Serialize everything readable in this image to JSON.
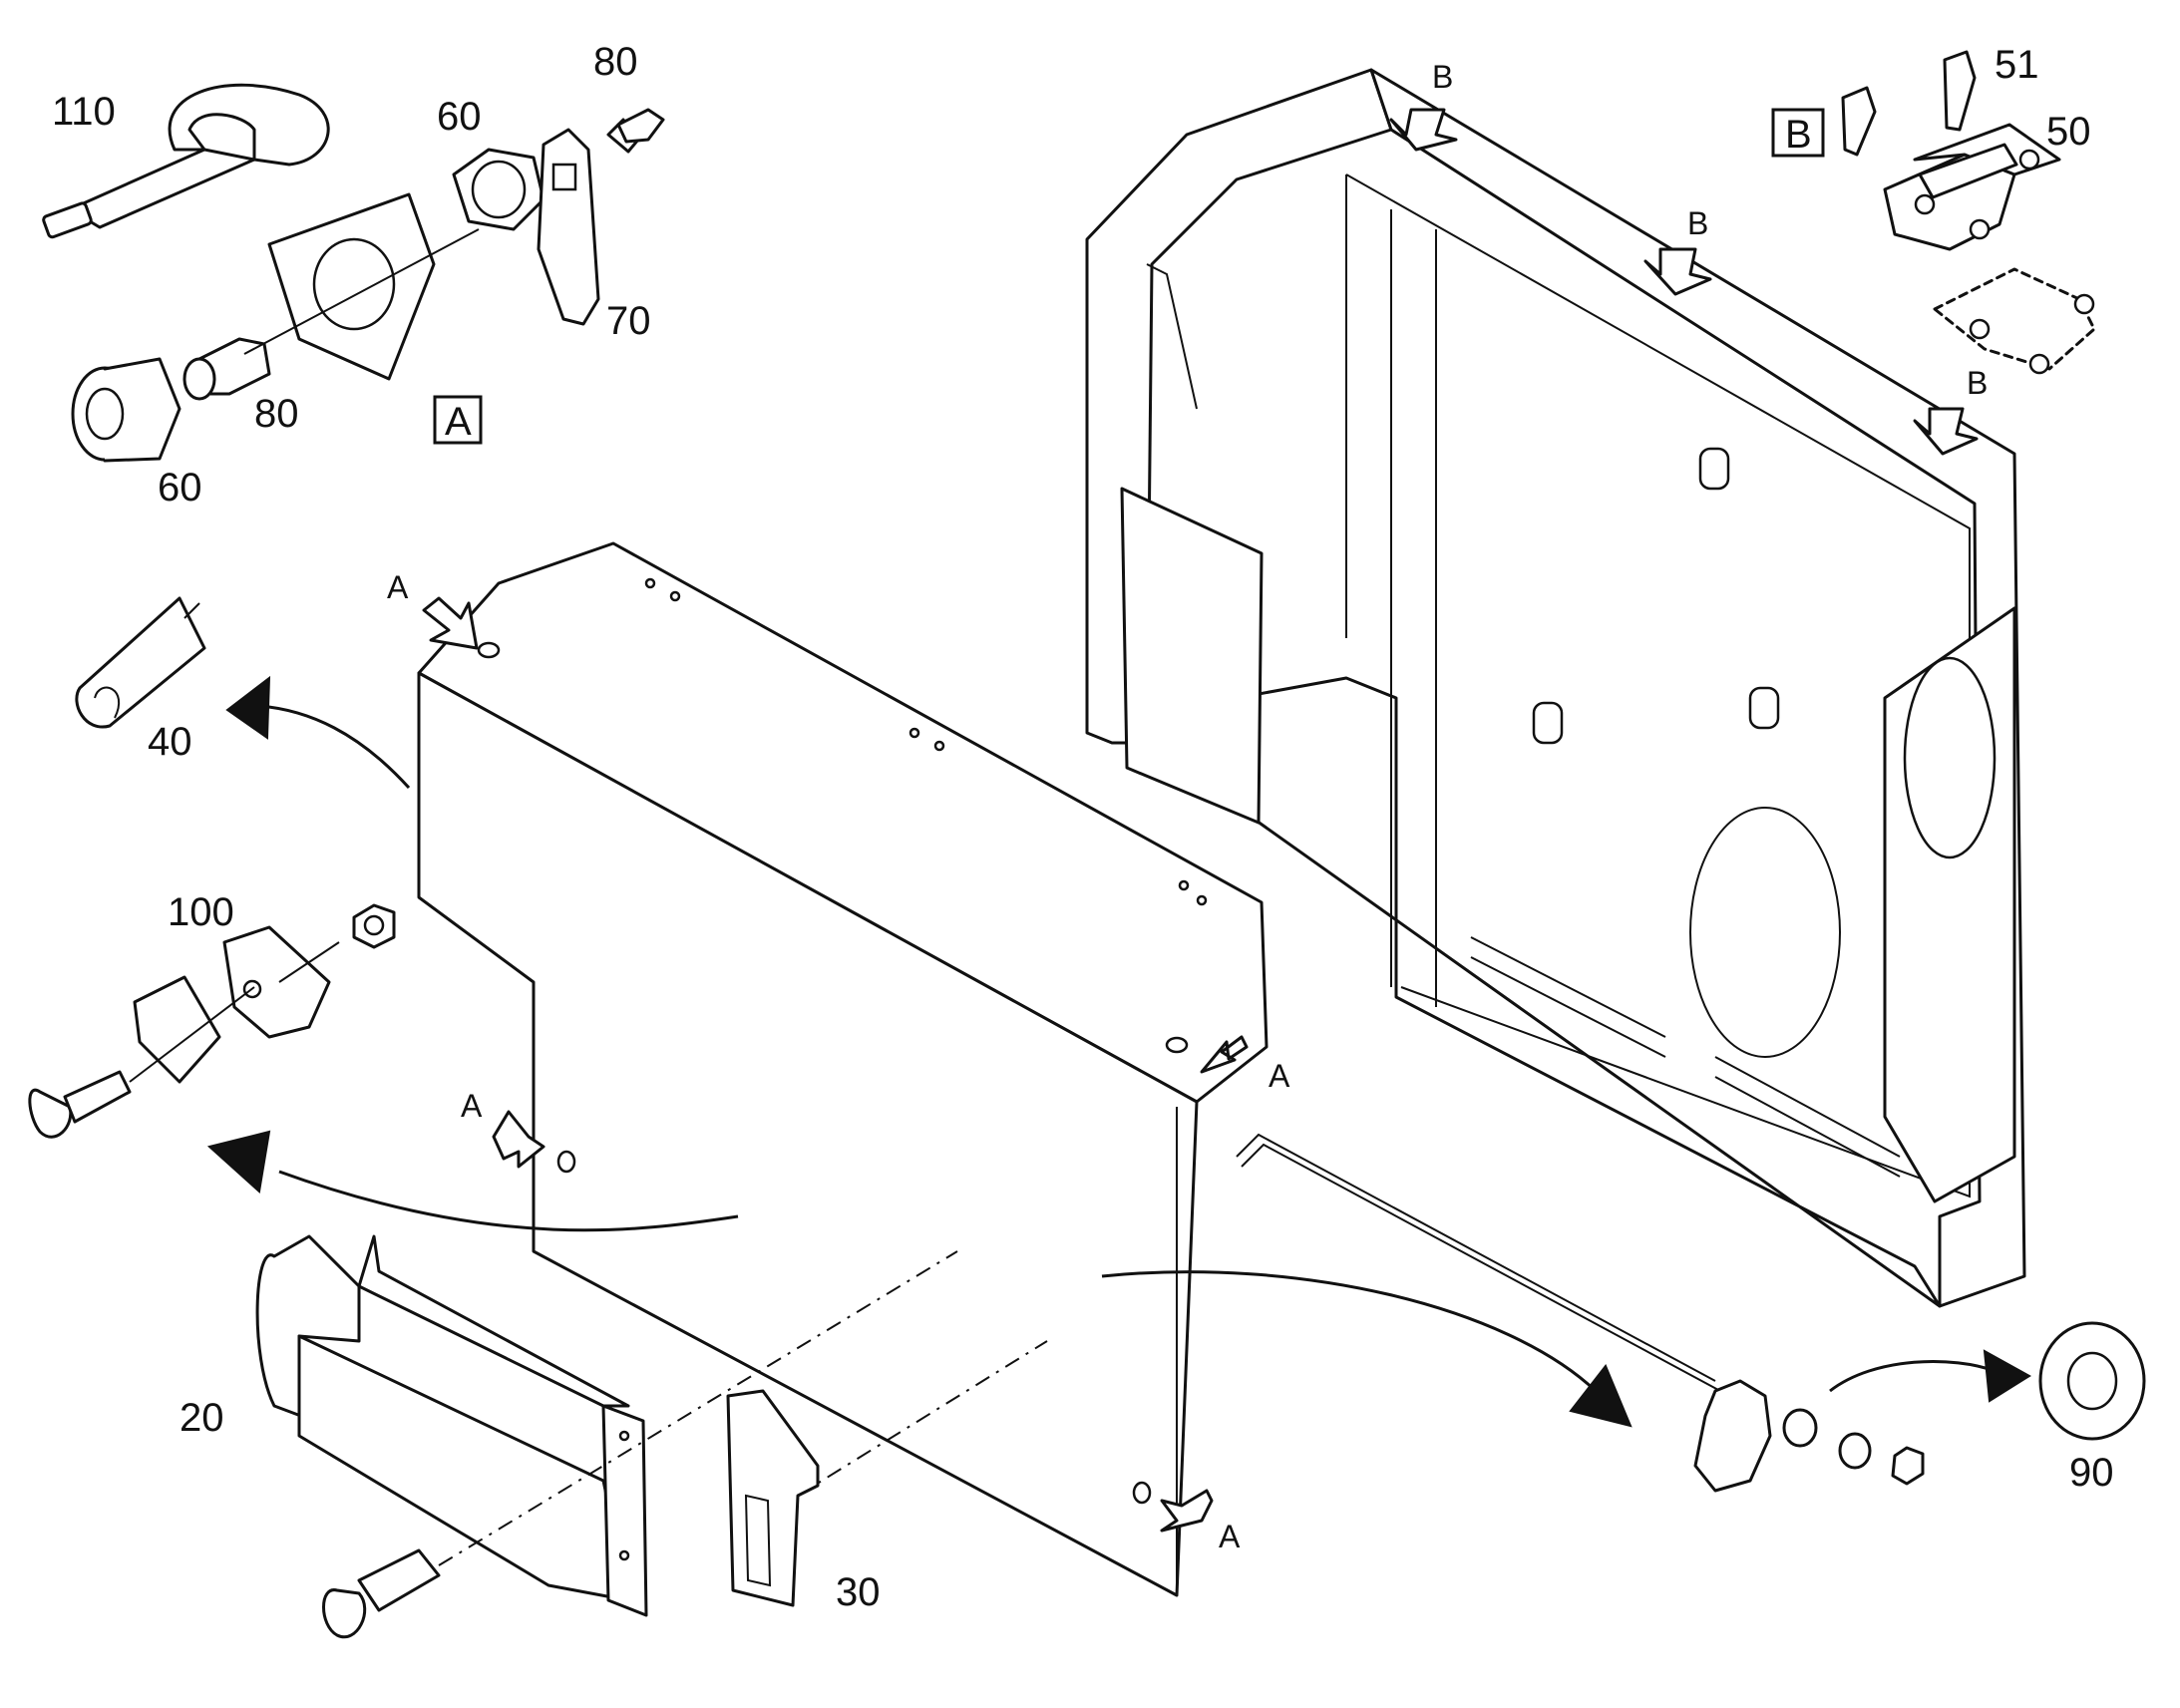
{
  "diagram": {
    "part_numbers": {
      "p110": "110",
      "p80_top": "80",
      "p60_top": "60",
      "p70": "70",
      "p80_mid": "80",
      "p60_bottom": "60",
      "p40": "40",
      "p100": "100",
      "p20": "20",
      "p30": "30",
      "p90": "90",
      "p51": "51",
      "p50": "50"
    },
    "detail_markers": {
      "box_a": "A",
      "box_b": "B",
      "a1": "A",
      "a2": "A",
      "a3": "A",
      "a4": "A",
      "b1": "B",
      "b2": "B",
      "b3": "B"
    }
  }
}
